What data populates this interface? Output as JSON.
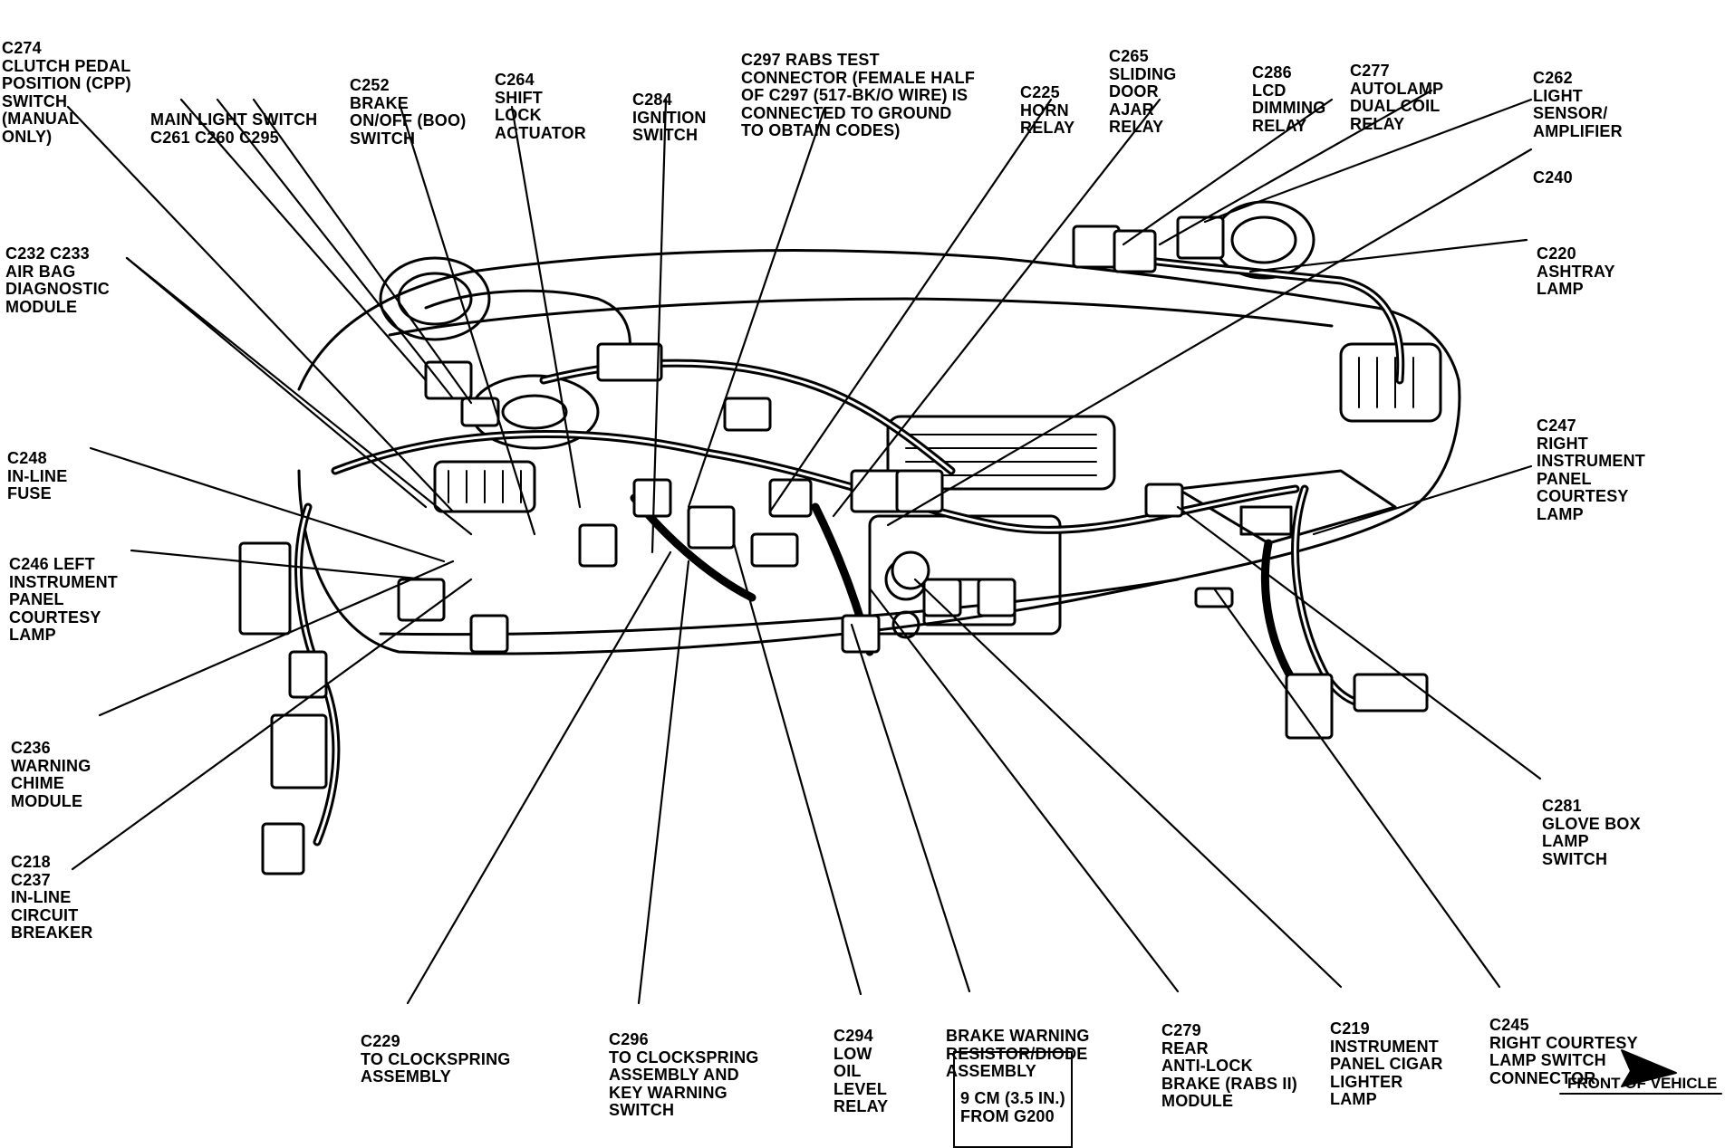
{
  "labels": [
    {
      "id": "c274",
      "lines": [
        "C274",
        "CLUTCH PEDAL",
        "POSITION (CPP)",
        "SWITCH",
        "(MANUAL",
        "ONLY)"
      ]
    },
    {
      "id": "main-light-switch",
      "lines": [
        "MAIN LIGHT SWITCH",
        "C261 C260 C295"
      ]
    },
    {
      "id": "c252",
      "lines": [
        "C252",
        "BRAKE",
        "ON/OFF (BOO)",
        "SWITCH"
      ]
    },
    {
      "id": "c264-shift",
      "lines": [
        "C264",
        "SHIFT",
        "LOCK",
        "ACTUATOR"
      ]
    },
    {
      "id": "c284",
      "lines": [
        "C284",
        "IGNITION",
        "SWITCH"
      ]
    },
    {
      "id": "c297",
      "lines": [
        "C297 RABS TEST",
        "CONNECTOR (FEMALE HALF",
        "OF C297 (517-BK/O WIRE) IS",
        "CONNECTED TO GROUND",
        "TO OBTAIN CODES)"
      ]
    },
    {
      "id": "c225",
      "lines": [
        "C225",
        "HORN",
        "RELAY"
      ]
    },
    {
      "id": "c265",
      "lines": [
        "C265",
        "SLIDING",
        "DOOR",
        "AJAR",
        "RELAY"
      ]
    },
    {
      "id": "c286",
      "lines": [
        "C286",
        "LCD",
        "DIMMING",
        "RELAY"
      ]
    },
    {
      "id": "c277",
      "lines": [
        "C277",
        "AUTOLAMP",
        "DUAL COIL",
        "RELAY"
      ]
    },
    {
      "id": "c262",
      "lines": [
        "C262",
        "LIGHT",
        "SENSOR/",
        "AMPLIFIER"
      ]
    },
    {
      "id": "c240",
      "lines": [
        "C240"
      ]
    },
    {
      "id": "c220",
      "lines": [
        "C220",
        "ASHTRAY",
        "LAMP"
      ]
    },
    {
      "id": "c232",
      "lines": [
        "C232 C233",
        "AIR BAG",
        "DIAGNOSTIC",
        "MODULE"
      ]
    },
    {
      "id": "c248",
      "lines": [
        "C248",
        "IN-LINE",
        "FUSE"
      ]
    },
    {
      "id": "c246",
      "lines": [
        "C246 LEFT",
        "INSTRUMENT",
        "PANEL",
        "COURTESY",
        "LAMP"
      ]
    },
    {
      "id": "c247",
      "lines": [
        "C247",
        "RIGHT",
        "INSTRUMENT",
        "PANEL",
        "COURTESY",
        "LAMP"
      ]
    },
    {
      "id": "c236",
      "lines": [
        "C236",
        "WARNING",
        "CHIME",
        "MODULE"
      ]
    },
    {
      "id": "c218",
      "lines": [
        "C218",
        "C237",
        "IN-LINE",
        "CIRCUIT",
        "BREAKER"
      ]
    },
    {
      "id": "c281",
      "lines": [
        "C281",
        "GLOVE BOX",
        "LAMP",
        "SWITCH"
      ]
    },
    {
      "id": "c229",
      "lines": [
        "C229",
        "TO CLOCKSPRING",
        "ASSEMBLY"
      ]
    },
    {
      "id": "c296",
      "lines": [
        "C296",
        "TO CLOCKSPRING",
        "ASSEMBLY AND",
        "KEY WARNING",
        "SWITCH"
      ]
    },
    {
      "id": "c294",
      "lines": [
        "C294",
        "LOW",
        "OIL",
        "LEVEL",
        "RELAY"
      ]
    },
    {
      "id": "brake-warning",
      "lines": [
        "BRAKE WARNING",
        "RESISTOR/DIODE",
        "ASSEMBLY"
      ]
    },
    {
      "id": "brake-warning-dist",
      "lines": [
        "9 CM (3.5 IN.)",
        "FROM G200"
      ]
    },
    {
      "id": "c279",
      "lines": [
        "C279",
        "REAR",
        "ANTI-LOCK",
        "BRAKE (RABS II)",
        "MODULE"
      ]
    },
    {
      "id": "c219",
      "lines": [
        "C219",
        "INSTRUMENT",
        "PANEL CIGAR",
        "LIGHTER",
        "LAMP"
      ]
    },
    {
      "id": "c245",
      "lines": [
        "C245",
        "RIGHT COURTESY",
        "LAMP SWITCH",
        "CONNECTOR"
      ]
    }
  ],
  "front_of_vehicle": "FRONT OF VEHICLE"
}
